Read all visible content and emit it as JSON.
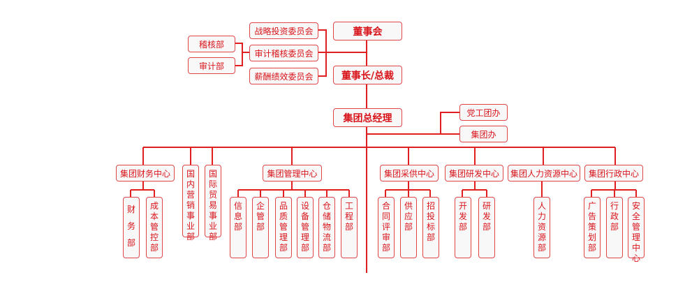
{
  "colors": {
    "line": "#e02020",
    "text": "#d8141a",
    "border": "#e0474a",
    "fill": "#f8f8f8"
  },
  "top": {
    "board": "董事会",
    "chairman": "董事长/总裁",
    "gm": "集团总经理"
  },
  "committees": [
    "战略投资委员会",
    "审计稽核委员会",
    "薪酬绩效委员会"
  ],
  "audit_depts": [
    "稽核部",
    "审计部"
  ],
  "gm_offices": [
    "党工团办",
    "集团办"
  ],
  "business_units": [
    "国内营销事业部",
    "国际贸易事业部"
  ],
  "centers": [
    {
      "label": "集团财务中心",
      "departments": [
        "财务部",
        "成本管控部"
      ]
    },
    {
      "label": "集团管理中心",
      "departments": [
        "信息部",
        "企管部",
        "品质管理部",
        "设备管理部",
        "仓储物流部",
        "工程部"
      ]
    },
    {
      "label": "集团采供中心",
      "departments": [
        "合同评审部",
        "供应部",
        "招投标部"
      ]
    },
    {
      "label": "集团研发中心",
      "departments": [
        "开发部",
        "研发部"
      ]
    },
    {
      "label": "集团人力资源中心",
      "departments": [
        "人力资源部"
      ]
    },
    {
      "label": "集团行政中心",
      "departments": [
        "广告策划部",
        "行政部",
        "安全管理中心"
      ]
    }
  ]
}
